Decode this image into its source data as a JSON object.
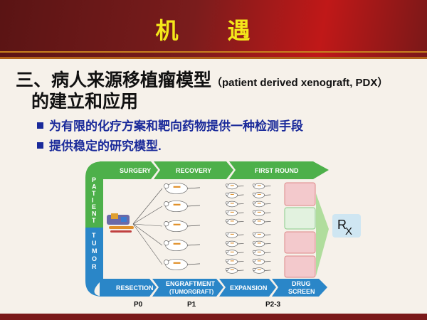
{
  "header": {
    "title": "机 遇"
  },
  "heading": {
    "main": "三、病人来源移植瘤模型",
    "english": "（patient derived xenograft, PDX）",
    "line2": "的建立和应用"
  },
  "bullets": [
    "为有限的化疗方案和靶向药物提供一种检测手段",
    "提供稳定的研究模型."
  ],
  "diagram": {
    "top_steps": [
      "SURGERY",
      "RECOVERY",
      "FIRST ROUND"
    ],
    "bottom_steps": [
      "RESECTION",
      "ENGRAFTMENT",
      "(TUMORGRAFT)",
      "EXPANSION",
      "DRUG",
      "SCREEN"
    ],
    "left_patient": [
      "P",
      "A",
      "T",
      "I",
      "E",
      "N",
      "T"
    ],
    "left_tumor": [
      "T",
      "U",
      "M",
      "O",
      "R"
    ],
    "passages": [
      "P0",
      "P1",
      "P2-3"
    ],
    "rx_main": "R",
    "rx_sub": "X",
    "colors": {
      "green": "#4db04a",
      "blue": "#2a86c8"
    }
  }
}
